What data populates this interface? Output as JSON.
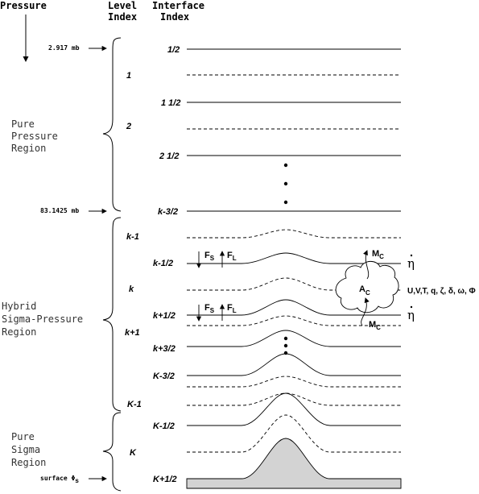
{
  "headers": {
    "pressure": "Pressure",
    "level_index_line1": "Level",
    "level_index_line2": "Index",
    "interface_index_line1": "Interface",
    "interface_index_line2": "Index"
  },
  "regions": {
    "pure_pressure": [
      "Pure",
      "Pressure",
      "Region"
    ],
    "hybrid": [
      "Hybrid",
      "Sigma-Pressure",
      "Region"
    ],
    "pure_sigma": [
      "Pure",
      "Sigma",
      "Region"
    ]
  },
  "pressure_labels": {
    "top": "2.917 mb",
    "mid": "83.1425 mb",
    "surface": "surface Φ",
    "surface_sub": "s"
  },
  "level_indices": [
    "1",
    "2",
    "k-1",
    "k",
    "k+1",
    "K-1",
    "K"
  ],
  "interface_indices": [
    "1/2",
    "1 1/2",
    "2 1/2",
    "k-3/2",
    "k-1/2",
    "k+1/2",
    "k+3/2",
    "K-3/2",
    "K-1/2",
    "K+1/2"
  ],
  "fluxes": {
    "fs_label": "F",
    "fs_sub": "S",
    "fl_label": "F",
    "fl_sub": "L"
  },
  "convection": {
    "mass_flux_label": "M",
    "mass_flux_sub": "C",
    "area_label": "A",
    "area_sub": "C",
    "eta_dot": "η",
    "prognostic_vars": "U,V,T, q, ζ, δ, ω, Φ"
  },
  "colors": {
    "ink": "#000000",
    "terrain_fill": "#d3d3d3",
    "region_text": "#333333"
  }
}
